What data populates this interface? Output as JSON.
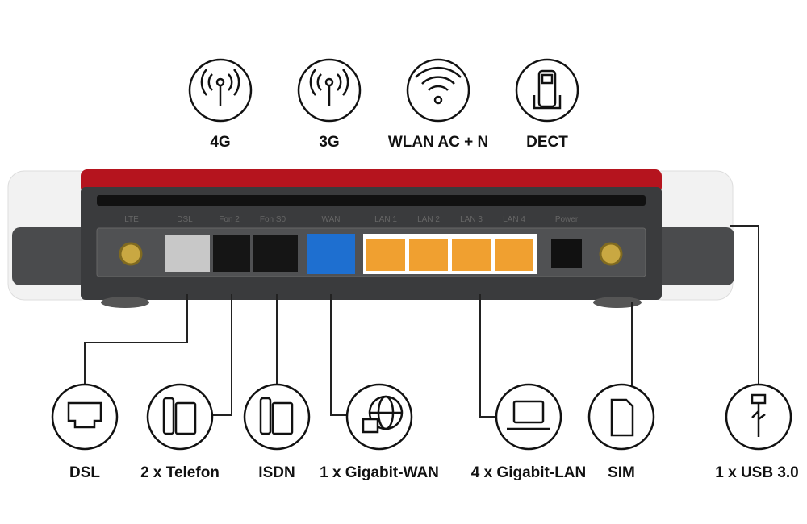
{
  "top_features": [
    {
      "label": "4G",
      "icon": "antenna-icon"
    },
    {
      "label": "3G",
      "icon": "antenna-icon"
    },
    {
      "label": "WLAN AC + N",
      "icon": "wifi-icon"
    },
    {
      "label": "DECT",
      "icon": "dect-phone-icon"
    }
  ],
  "port_labels": [
    "LTE",
    "DSL",
    "Fon 2",
    "Fon S0",
    "WAN",
    "LAN 1",
    "LAN 2",
    "LAN 3",
    "LAN 4",
    "Power"
  ],
  "bottom_features": [
    {
      "label": "DSL",
      "icon": "ethernet-port-icon"
    },
    {
      "label": "2 x Telefon",
      "icon": "telephone-icon"
    },
    {
      "label": "ISDN",
      "icon": "telephone-icon"
    },
    {
      "label": "1 x Gigabit-WAN",
      "icon": "globe-icon"
    },
    {
      "label": "4 x Gigabit-LAN",
      "icon": "laptop-icon"
    },
    {
      "label": "SIM",
      "icon": "sim-card-icon"
    },
    {
      "label": "1 x USB 3.0",
      "icon": "usb-icon"
    }
  ],
  "colors": {
    "red": "#b5141e",
    "body": "#3a3b3d",
    "wan": "#1e6fd0",
    "lan": "#f0a030",
    "dsl": "#c8c8c8"
  }
}
